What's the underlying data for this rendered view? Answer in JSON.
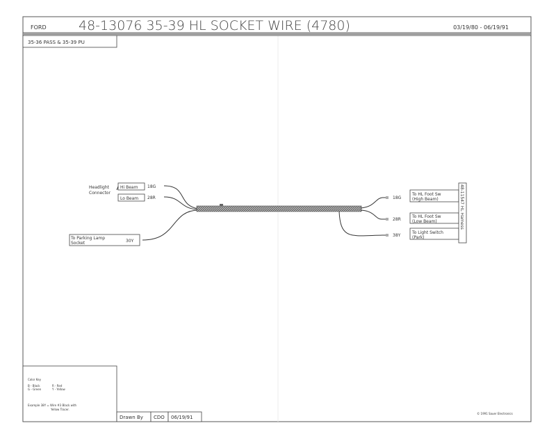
{
  "header": {
    "make": "FORD",
    "title": "48-13076  35-39 HL SOCKET WIRE  (4780)",
    "date_range": "03/19/80 - 06/19/91"
  },
  "application": "35-36 PASS & 35-39 PU",
  "left": {
    "headlight_connector": [
      "Headlight",
      "Connector"
    ],
    "hi_beam": "Hi Beam",
    "lo_beam": "Lo Beam",
    "wire_hi": "18G",
    "wire_lo": "28R",
    "parking": [
      "To Parking Lamp",
      "Socket"
    ],
    "wire_park": "30Y"
  },
  "right": {
    "wire1": "18G",
    "wire2": "28R",
    "wire3": "38Y",
    "dest1": [
      "To HL Foot Sw",
      "(High Beam)"
    ],
    "dest2": [
      "To HL Foot Sw",
      "(Low Beam)"
    ],
    "dest3": [
      "To Light Switch",
      "(Park)"
    ],
    "harness": "48-11547 HL Harness"
  },
  "color_key": {
    "title": "Color Key",
    "b": "B - Black",
    "r": "R - Red",
    "g": "G - Green",
    "y": "Y - Yellow",
    "example": [
      "Example 38Y = Wire #3 Black with",
      "Yellow Tracer."
    ]
  },
  "title_block": {
    "drawn_by_label": "Drawn By",
    "drawn_by": "CDO",
    "date": "06/19/91"
  },
  "copyright": "© 1991 Sauer Electronics"
}
